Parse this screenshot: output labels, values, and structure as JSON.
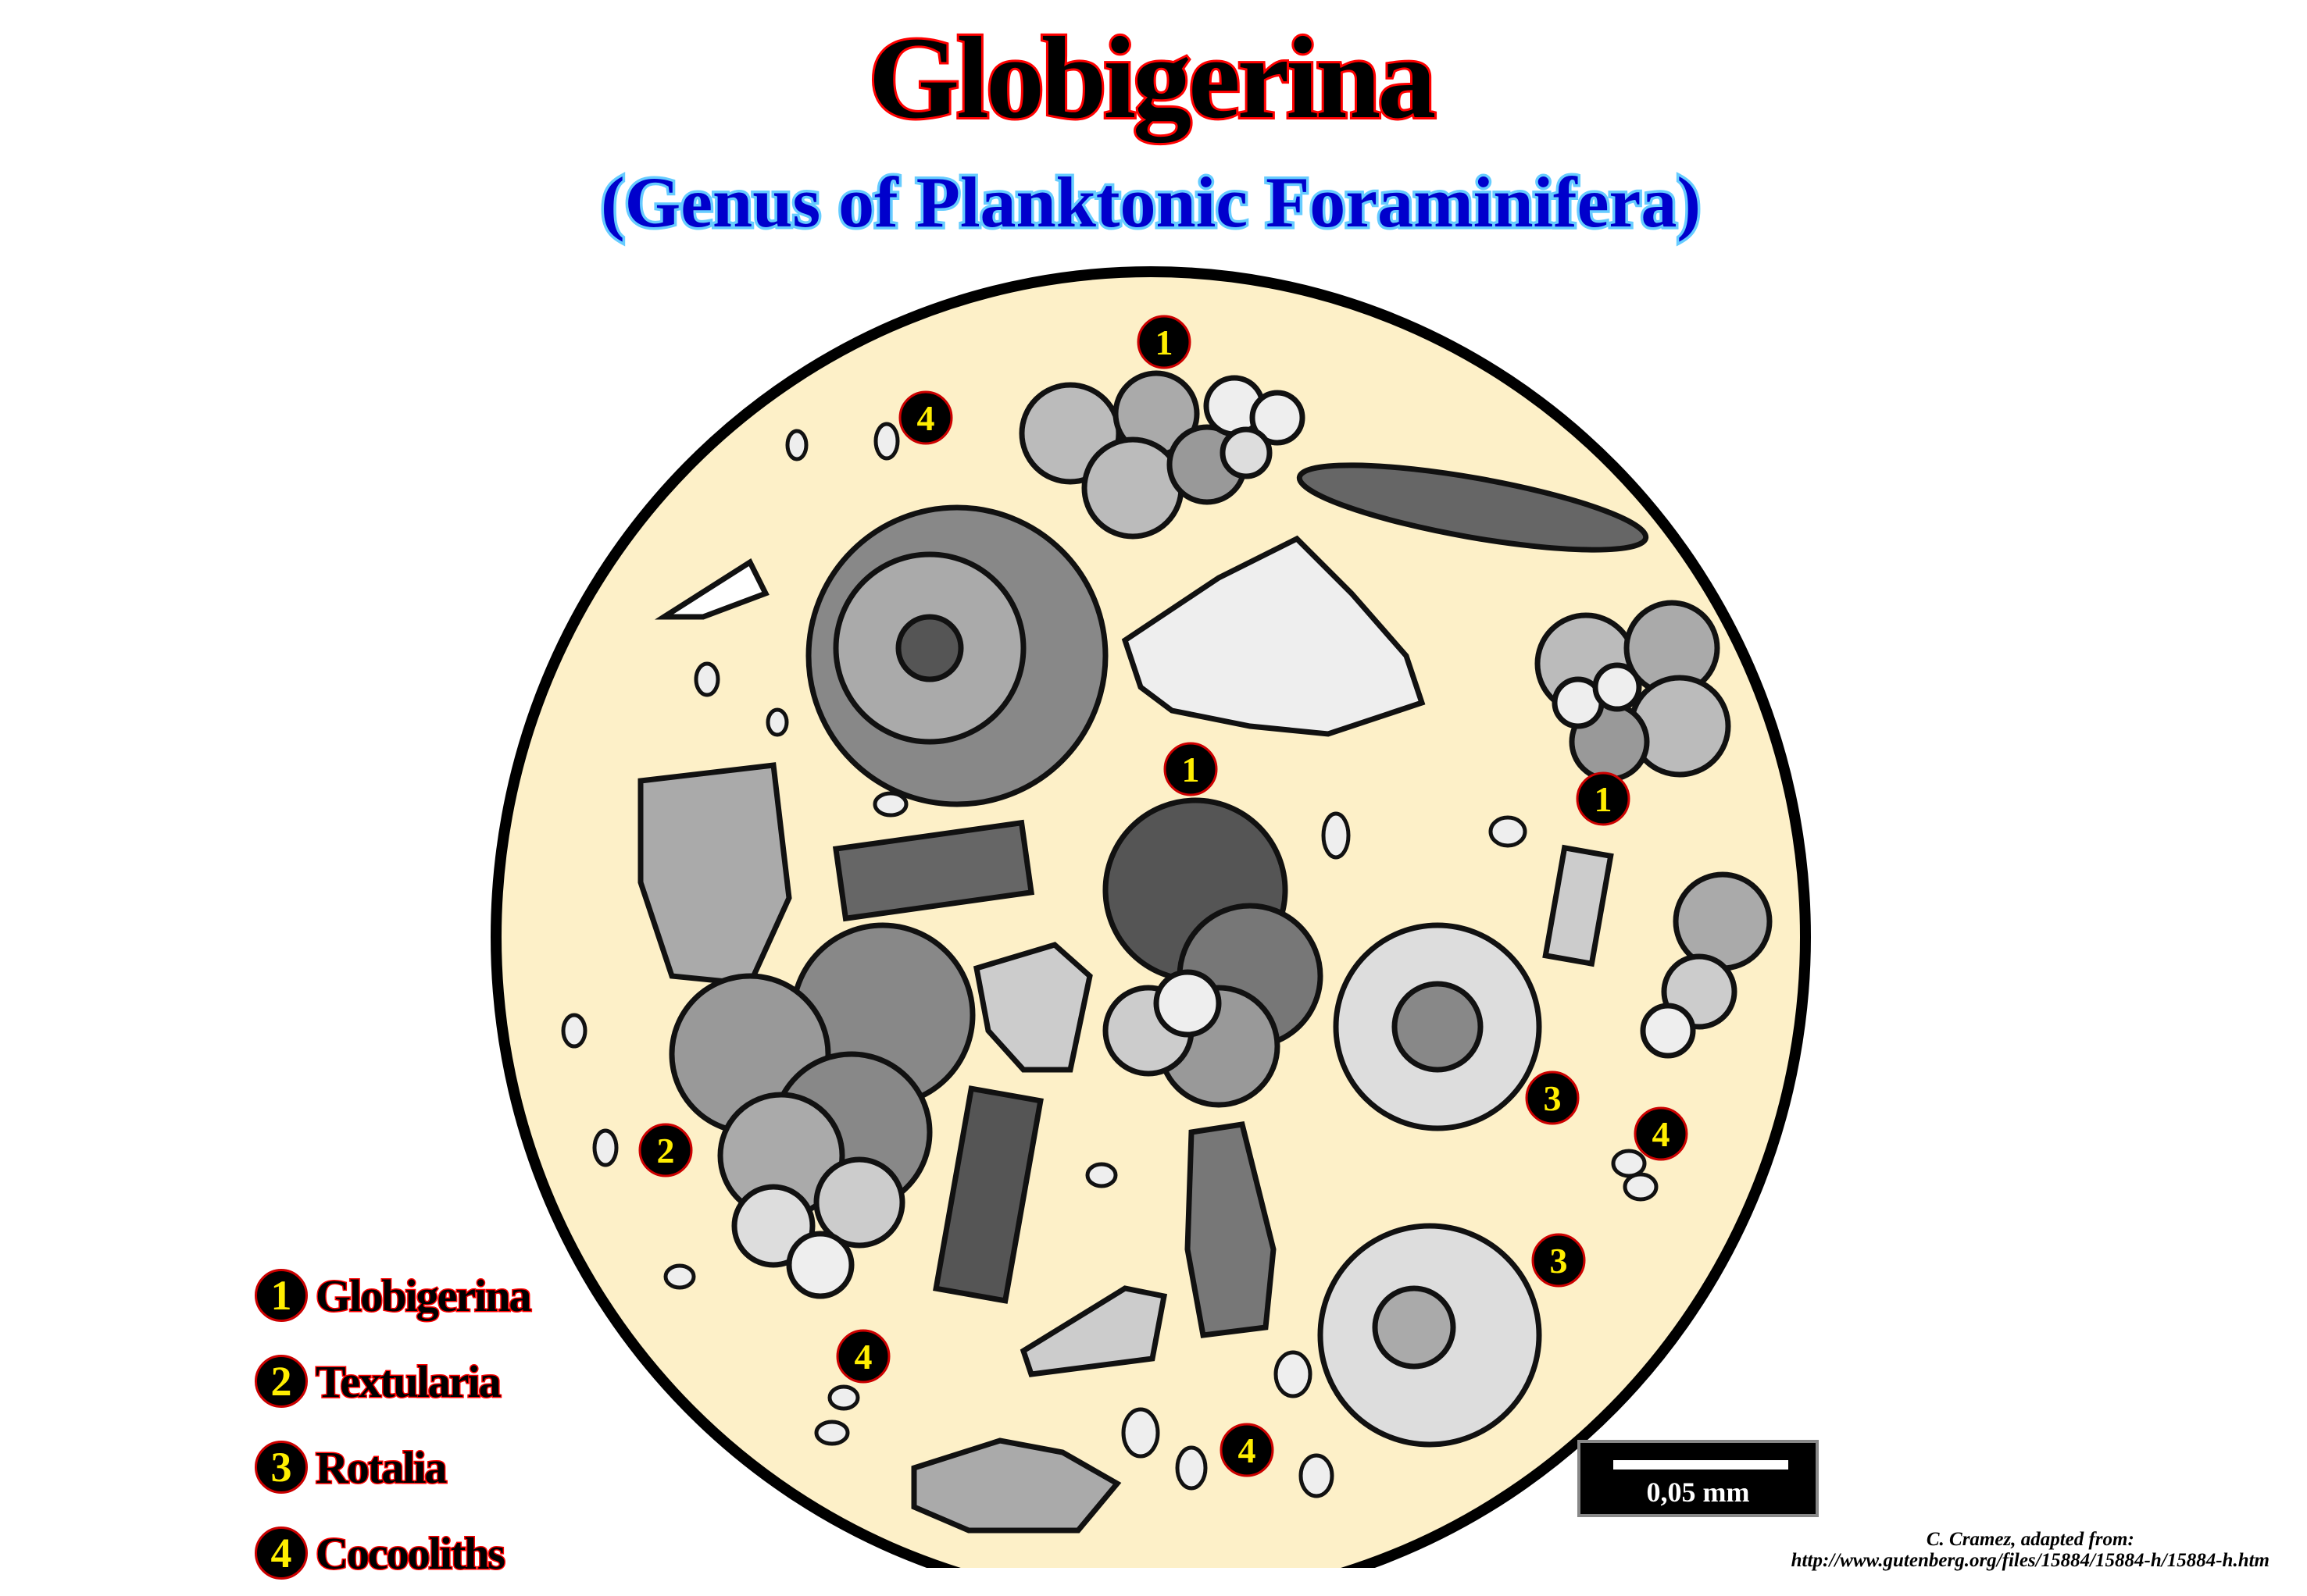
{
  "header": {
    "title": "Globigerina",
    "subtitle": "(Genus of Planktonic Foraminifera)"
  },
  "colors": {
    "title_fill": "#000000",
    "title_outline": "#ff0000",
    "subtitle_fill": "#0000cc",
    "subtitle_outline": "#66ccff",
    "field_background": "#fdf0c8",
    "marker_fill": "#000000",
    "marker_text": "#ffee00"
  },
  "markers": [
    {
      "num": "1"
    },
    {
      "num": "1"
    },
    {
      "num": "1"
    },
    {
      "num": "2"
    },
    {
      "num": "3"
    },
    {
      "num": "3"
    },
    {
      "num": "4"
    },
    {
      "num": "4"
    },
    {
      "num": "4"
    },
    {
      "num": "4"
    }
  ],
  "legend": [
    {
      "num": "1",
      "label": "Globigerina"
    },
    {
      "num": "2",
      "label": "Textularia"
    },
    {
      "num": "3",
      "label": "Rotalia"
    },
    {
      "num": "4",
      "label": "Cocooliths"
    }
  ],
  "scale_bar": {
    "label": "0,05 mm"
  },
  "credit": {
    "line1": "C. Cramez, adapted from:",
    "line2": "http://www.gutenberg.org/files/15884/15884-h/15884-h.htm"
  }
}
